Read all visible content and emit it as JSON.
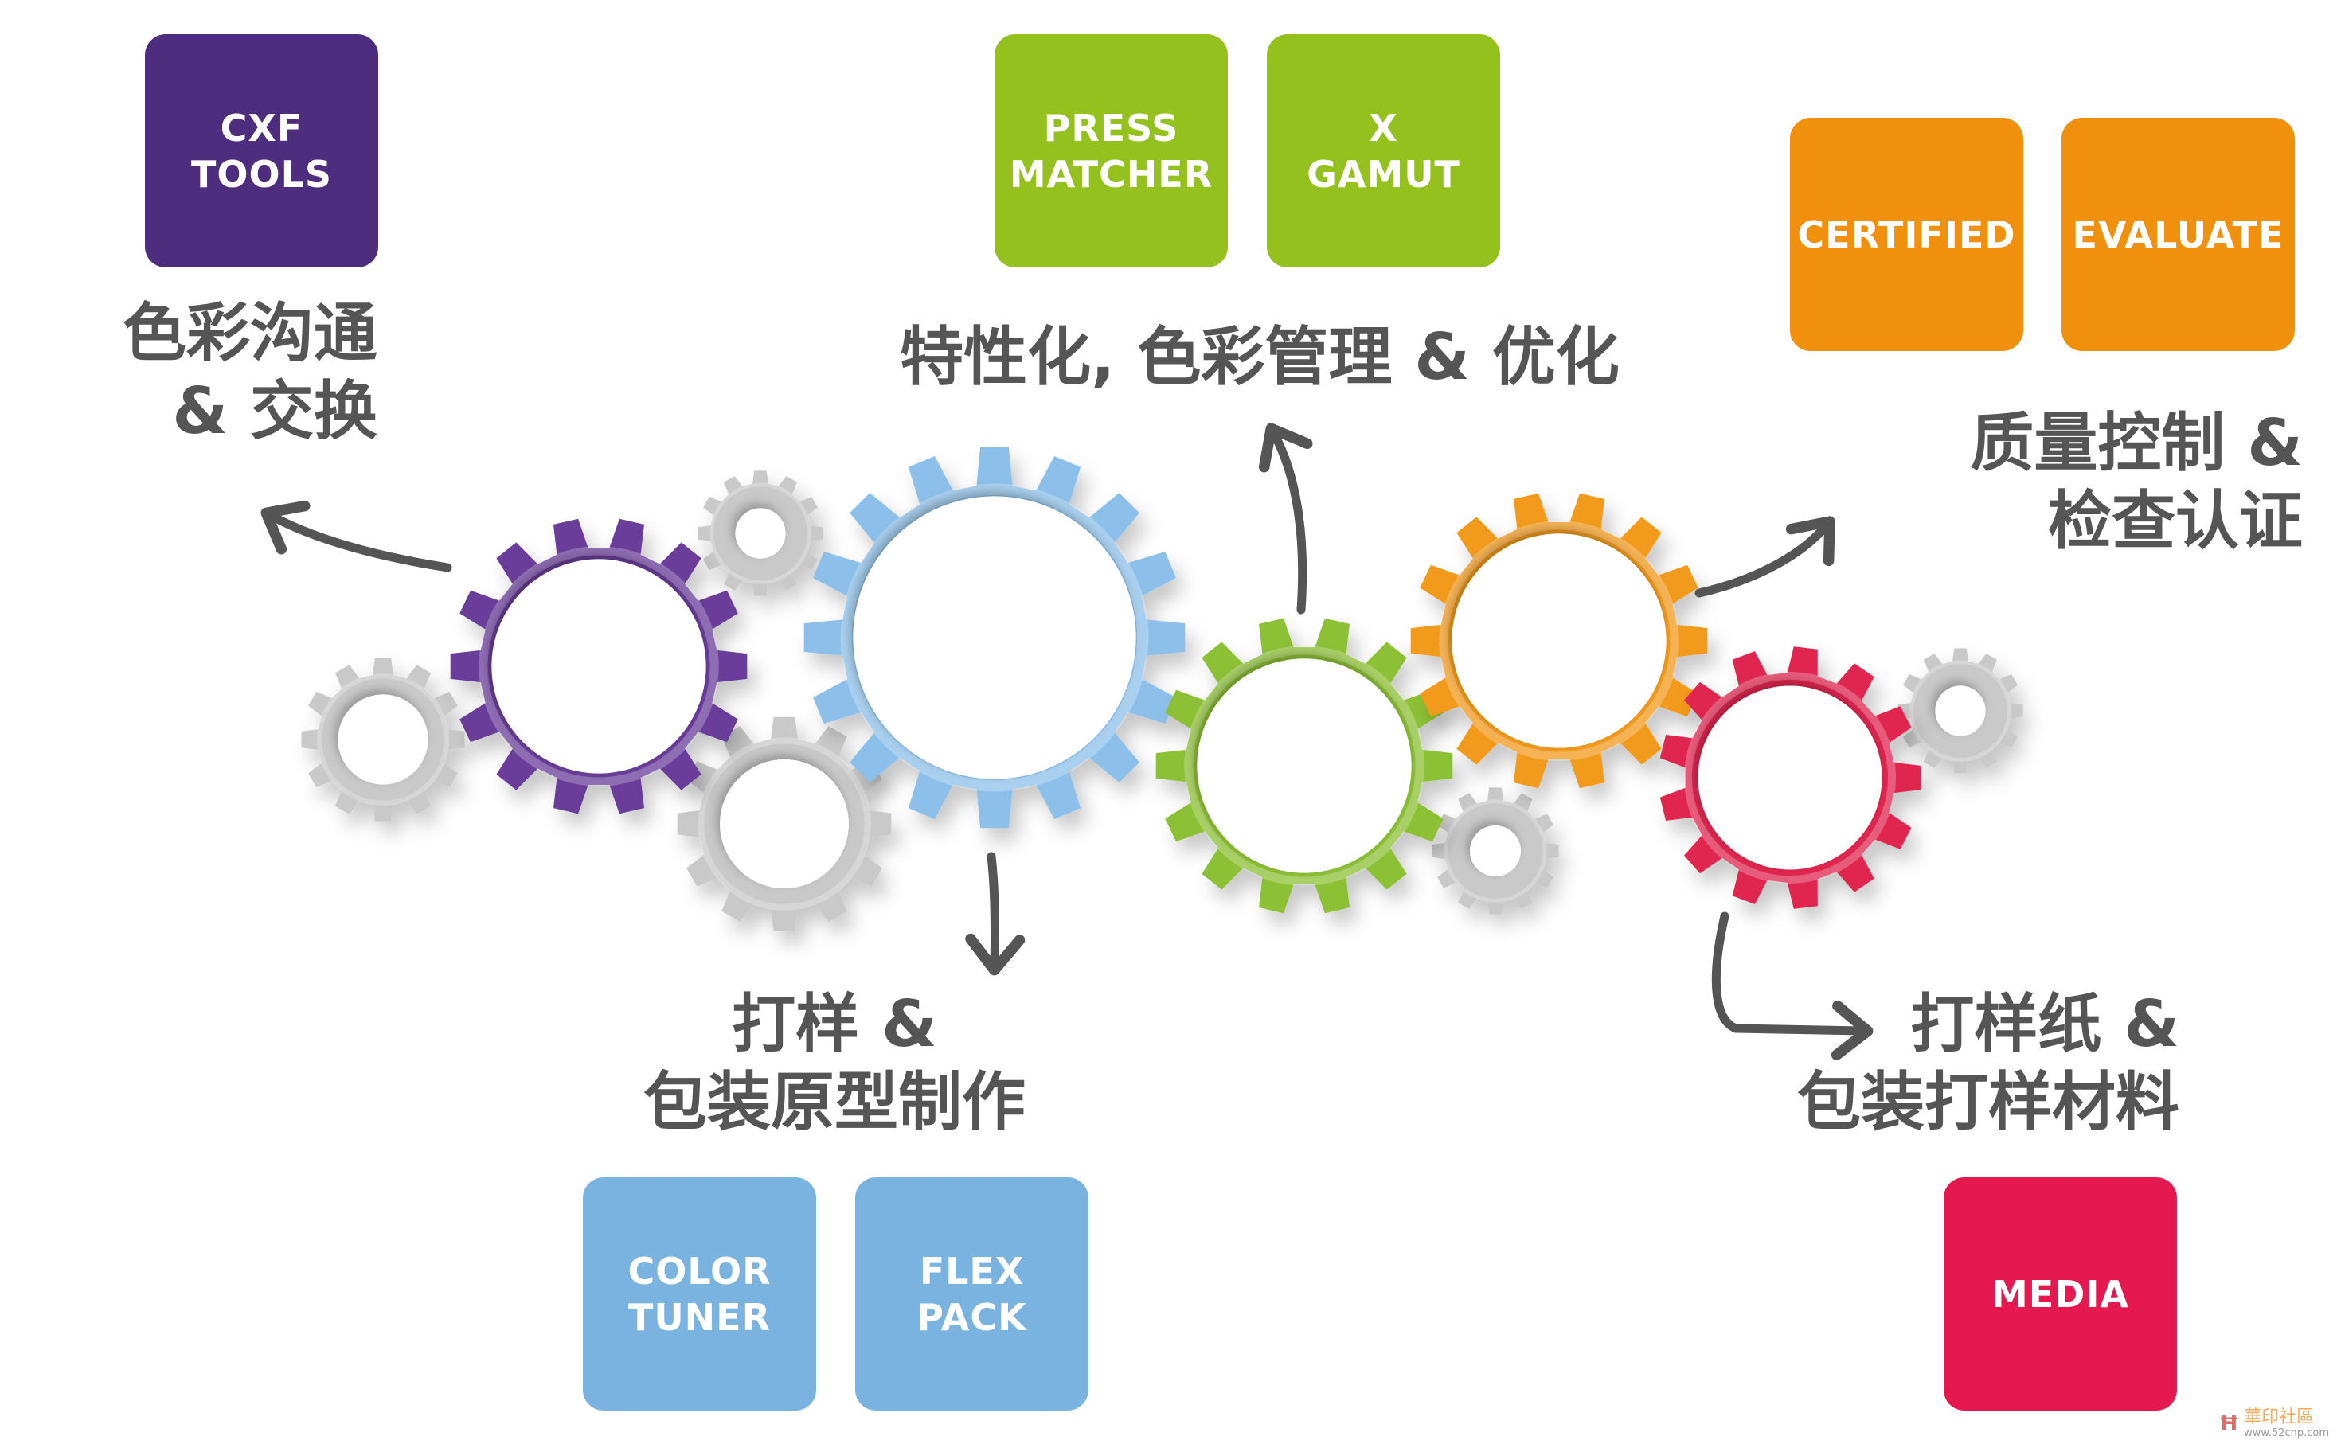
{
  "boxes": {
    "cxf_tools": {
      "label": "CXF\nTOOLS",
      "color": "#4e2d7f"
    },
    "press_matcher": {
      "label": "PRESS\nMATCHER",
      "color": "#95c11f"
    },
    "x_gamut": {
      "label": "X\nGAMUT",
      "color": "#95c11f"
    },
    "certified": {
      "label": "CERTIFIED",
      "color": "#f0900c"
    },
    "evaluate": {
      "label": "EVALUATE",
      "color": "#f0900c"
    },
    "color_tuner": {
      "label": "COLOR\nTUNER",
      "color": "#7ab3e0"
    },
    "flex_pack": {
      "label": "FLEX\nPACK",
      "color": "#7ab3e0"
    },
    "media": {
      "label": "MEDIA",
      "color": "#e5194f"
    }
  },
  "labels": {
    "communication": [
      "色彩沟通",
      "& 交换"
    ],
    "characterization": "特性化, 色彩管理 & 优化",
    "quality": [
      "质量控制 &",
      "检查认证"
    ],
    "proofing": [
      "打样 &",
      "包装原型制作"
    ],
    "media": [
      "打样纸 &",
      "包装打样材料"
    ]
  },
  "gear_colors": {
    "purple": "#6a3d9a",
    "blue": "#8cc0ea",
    "green": "#8cc035",
    "orange": "#f29a1e",
    "red": "#e0264f",
    "gray": "#c9c9c9"
  },
  "watermark": {
    "name": "華印社區",
    "url": "www.52cnp.com"
  }
}
